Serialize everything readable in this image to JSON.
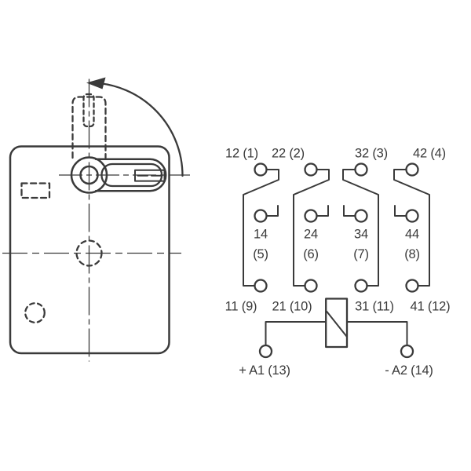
{
  "figure": {
    "background_color": "#ffffff",
    "line_color": "#3a3a3a",
    "text_color": "#3a3a3a"
  },
  "contact_diagram": {
    "poles": [
      {
        "nc_label": "12 (1)",
        "no_label": "14",
        "no_pin_label": "(5)",
        "common_label": "11 (9)"
      },
      {
        "nc_label": "22 (2)",
        "no_label": "24",
        "no_pin_label": "(6)",
        "common_label": "21 (10)"
      },
      {
        "nc_label": "32 (3)",
        "no_label": "34",
        "no_pin_label": "(7)",
        "common_label": "31 (11)"
      },
      {
        "nc_label": "42 (4)",
        "no_label": "44",
        "no_pin_label": "(8)",
        "common_label": "41 (12)"
      }
    ],
    "coil": {
      "positive_label": "+ A1 (13)",
      "negative_label": "- A2 (14)"
    }
  }
}
